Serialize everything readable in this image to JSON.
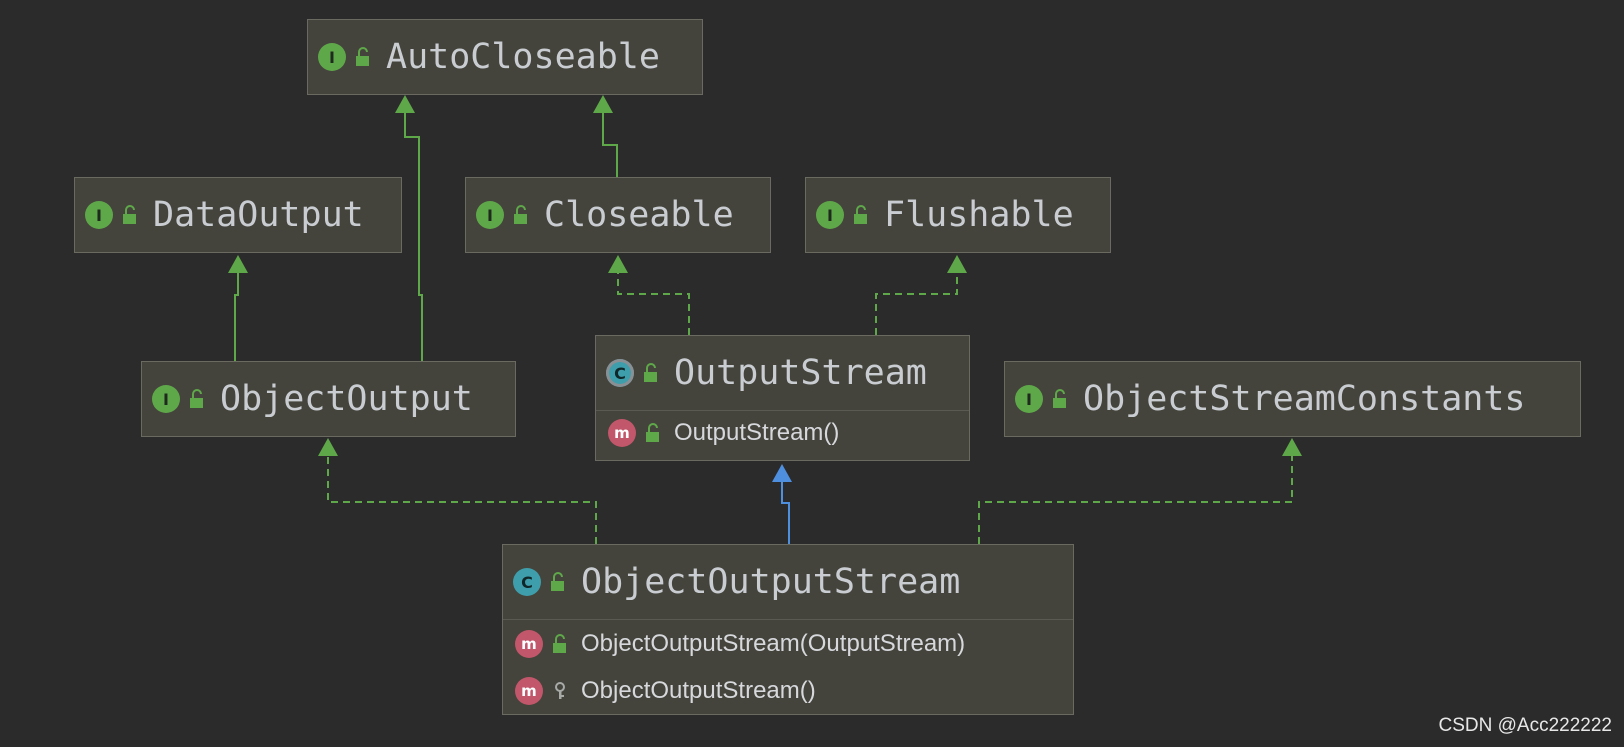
{
  "nodes": {
    "autocloseable": {
      "kind": "interface",
      "badge": "I",
      "name": "AutoCloseable"
    },
    "dataoutput": {
      "kind": "interface",
      "badge": "I",
      "name": "DataOutput"
    },
    "closeable": {
      "kind": "interface",
      "badge": "I",
      "name": "Closeable"
    },
    "flushable": {
      "kind": "interface",
      "badge": "I",
      "name": "Flushable"
    },
    "objectoutput": {
      "kind": "interface",
      "badge": "I",
      "name": "ObjectOutput"
    },
    "outputstream": {
      "kind": "abstract-class",
      "badge": "C",
      "name": "OutputStream",
      "members": [
        {
          "badge": "m",
          "label": "OutputStream()",
          "access": "public"
        }
      ]
    },
    "objectstreamconstants": {
      "kind": "interface",
      "badge": "I",
      "name": "ObjectStreamConstants"
    },
    "objectoutputstream": {
      "kind": "class",
      "badge": "C",
      "name": "ObjectOutputStream",
      "members": [
        {
          "badge": "m",
          "label": "ObjectOutputStream(OutputStream)",
          "access": "public"
        },
        {
          "badge": "m",
          "label": "ObjectOutputStream()",
          "access": "protected"
        }
      ]
    }
  },
  "colors": {
    "background": "#2b2b2b",
    "node_fill": "#44443c",
    "extends_edge": "#5fa84a",
    "implements_edge": "#5fa84a",
    "class_extends_edge": "#4e8fe0"
  },
  "edges": [
    {
      "from": "closeable",
      "to": "autocloseable",
      "type": "extends"
    },
    {
      "from": "objectoutput",
      "to": "autocloseable",
      "type": "extends"
    },
    {
      "from": "objectoutput",
      "to": "dataoutput",
      "type": "extends"
    },
    {
      "from": "outputstream",
      "to": "closeable",
      "type": "implements"
    },
    {
      "from": "outputstream",
      "to": "flushable",
      "type": "implements"
    },
    {
      "from": "objectoutputstream",
      "to": "objectoutput",
      "type": "implements"
    },
    {
      "from": "objectoutputstream",
      "to": "outputstream",
      "type": "class-extends"
    },
    {
      "from": "objectoutputstream",
      "to": "objectstreamconstants",
      "type": "implements"
    }
  ],
  "watermark": "CSDN @Acc222222"
}
